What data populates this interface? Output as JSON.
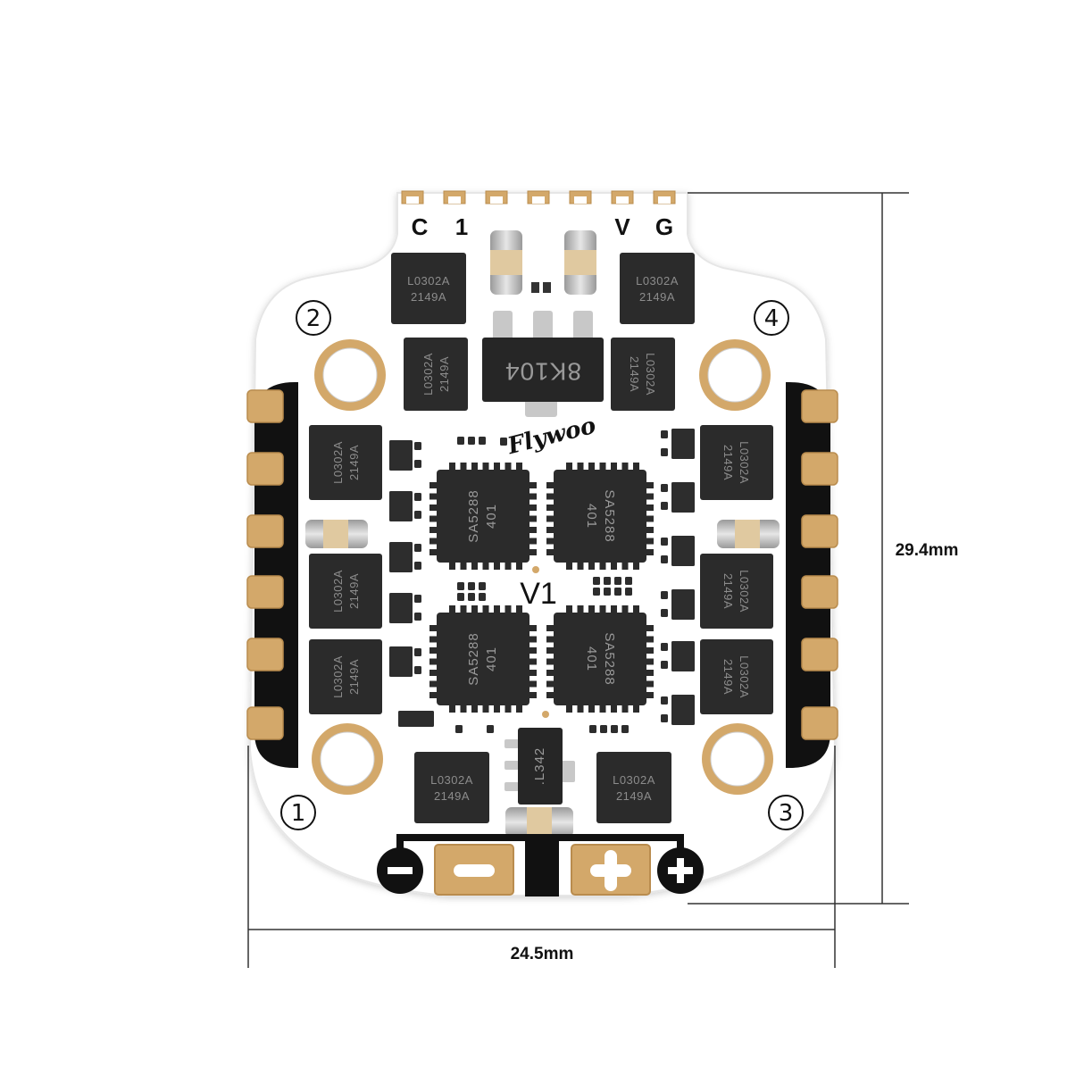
{
  "pins": {
    "c": "C",
    "one": "1",
    "v": "V",
    "g": "G"
  },
  "motors": {
    "m1": "①",
    "m2": "②",
    "m3": "③",
    "m4": "④"
  },
  "chips": {
    "mosfet_line1": "L0302A",
    "mosfet_line2": "2149A",
    "driver_line1": "SA5288",
    "driver_line2": "401",
    "regulator": "8K104",
    "ldo": ".L342"
  },
  "logo": "Flywoo",
  "version": "V1",
  "dimensions": {
    "width": "24.5mm",
    "height": "29.4mm"
  },
  "colors": {
    "pad": "#d3a86a",
    "pad_stroke": "#b98c4e",
    "chip": "#2b2b2b",
    "board": "#ffffff",
    "trace": "#111111"
  }
}
